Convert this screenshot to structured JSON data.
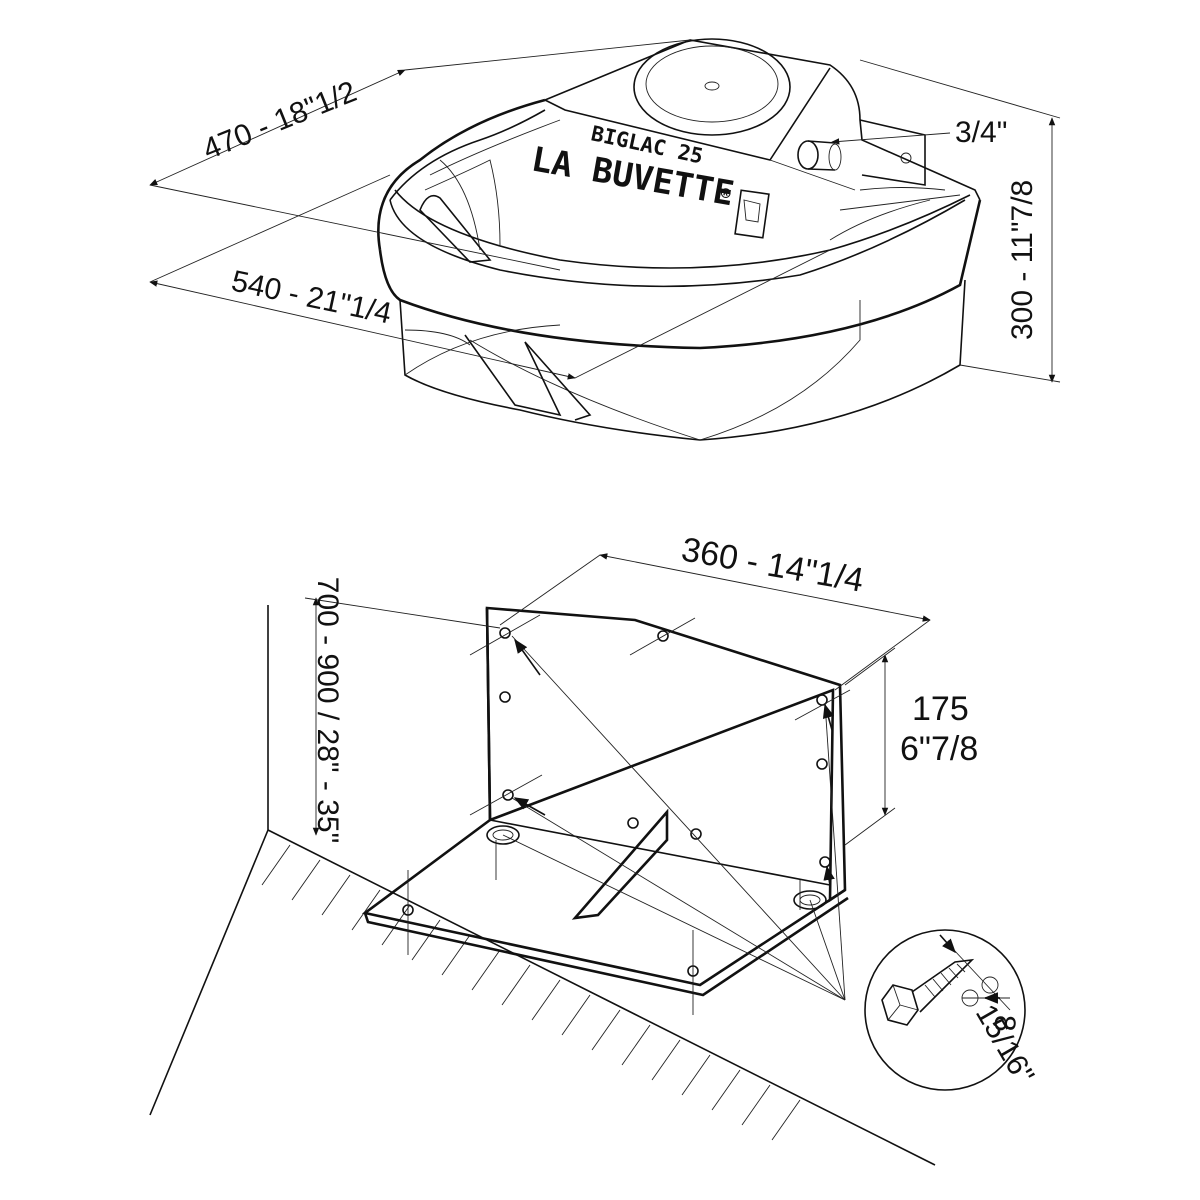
{
  "drinker": {
    "brand_model": "BIGLAC 25",
    "brand_name": "LA BUVETTE",
    "registered_mark": "®"
  },
  "dimensions": {
    "depth": "470 - 18\"1/2",
    "width": "540 - 21\"1/4",
    "height": "300 - 11\"7/8",
    "inlet": "3/4\"",
    "bracket_width": "360 - 14\"1/4",
    "hole_spacing_mm": "175",
    "hole_spacing_in": "6\"7/8",
    "mount_height": "700 - 900 / 28\" - 35\"",
    "screw_mm": "8",
    "screw_in": "15/16\""
  },
  "icons": [
    "drinker-bowl-drawing",
    "wall-bracket-drawing",
    "lag-screw-icon"
  ]
}
